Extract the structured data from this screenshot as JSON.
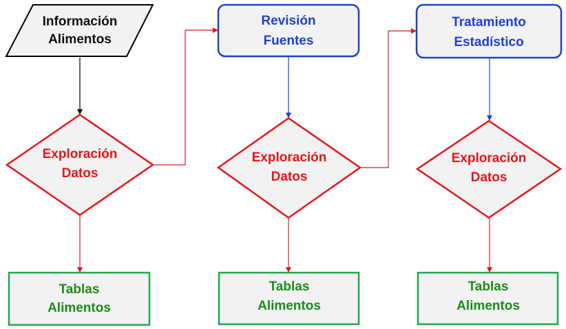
{
  "colors": {
    "black": "#000000",
    "blue": "#1f3fd0",
    "red": "#e8141b",
    "green": "#1aa84a",
    "fill": "#f2f2f2",
    "text_black": "#111111",
    "text_blue": "#1f3fd0",
    "text_red": "#e8141b",
    "text_green": "#1b8a1b"
  },
  "nodes": {
    "informacion": {
      "line1": "Información",
      "line2": "Alimentos"
    },
    "revision": {
      "line1": "Revisión",
      "line2": "Fuentes"
    },
    "tratamiento": {
      "line1": "Tratamiento",
      "line2": "Estadístico"
    },
    "exploracion_1": {
      "line1": "Exploración",
      "line2": "Datos"
    },
    "exploracion_2": {
      "line1": "Exploración",
      "line2": "Datos"
    },
    "exploracion_3": {
      "line1": "Exploración",
      "line2": "Datos"
    },
    "tablas_1": {
      "line1": "Tablas",
      "line2": "Alimentos"
    },
    "tablas_2": {
      "line1": "Tablas",
      "line2": "Alimentos"
    },
    "tablas_3": {
      "line1": "Tablas",
      "line2": "Alimentos"
    }
  }
}
